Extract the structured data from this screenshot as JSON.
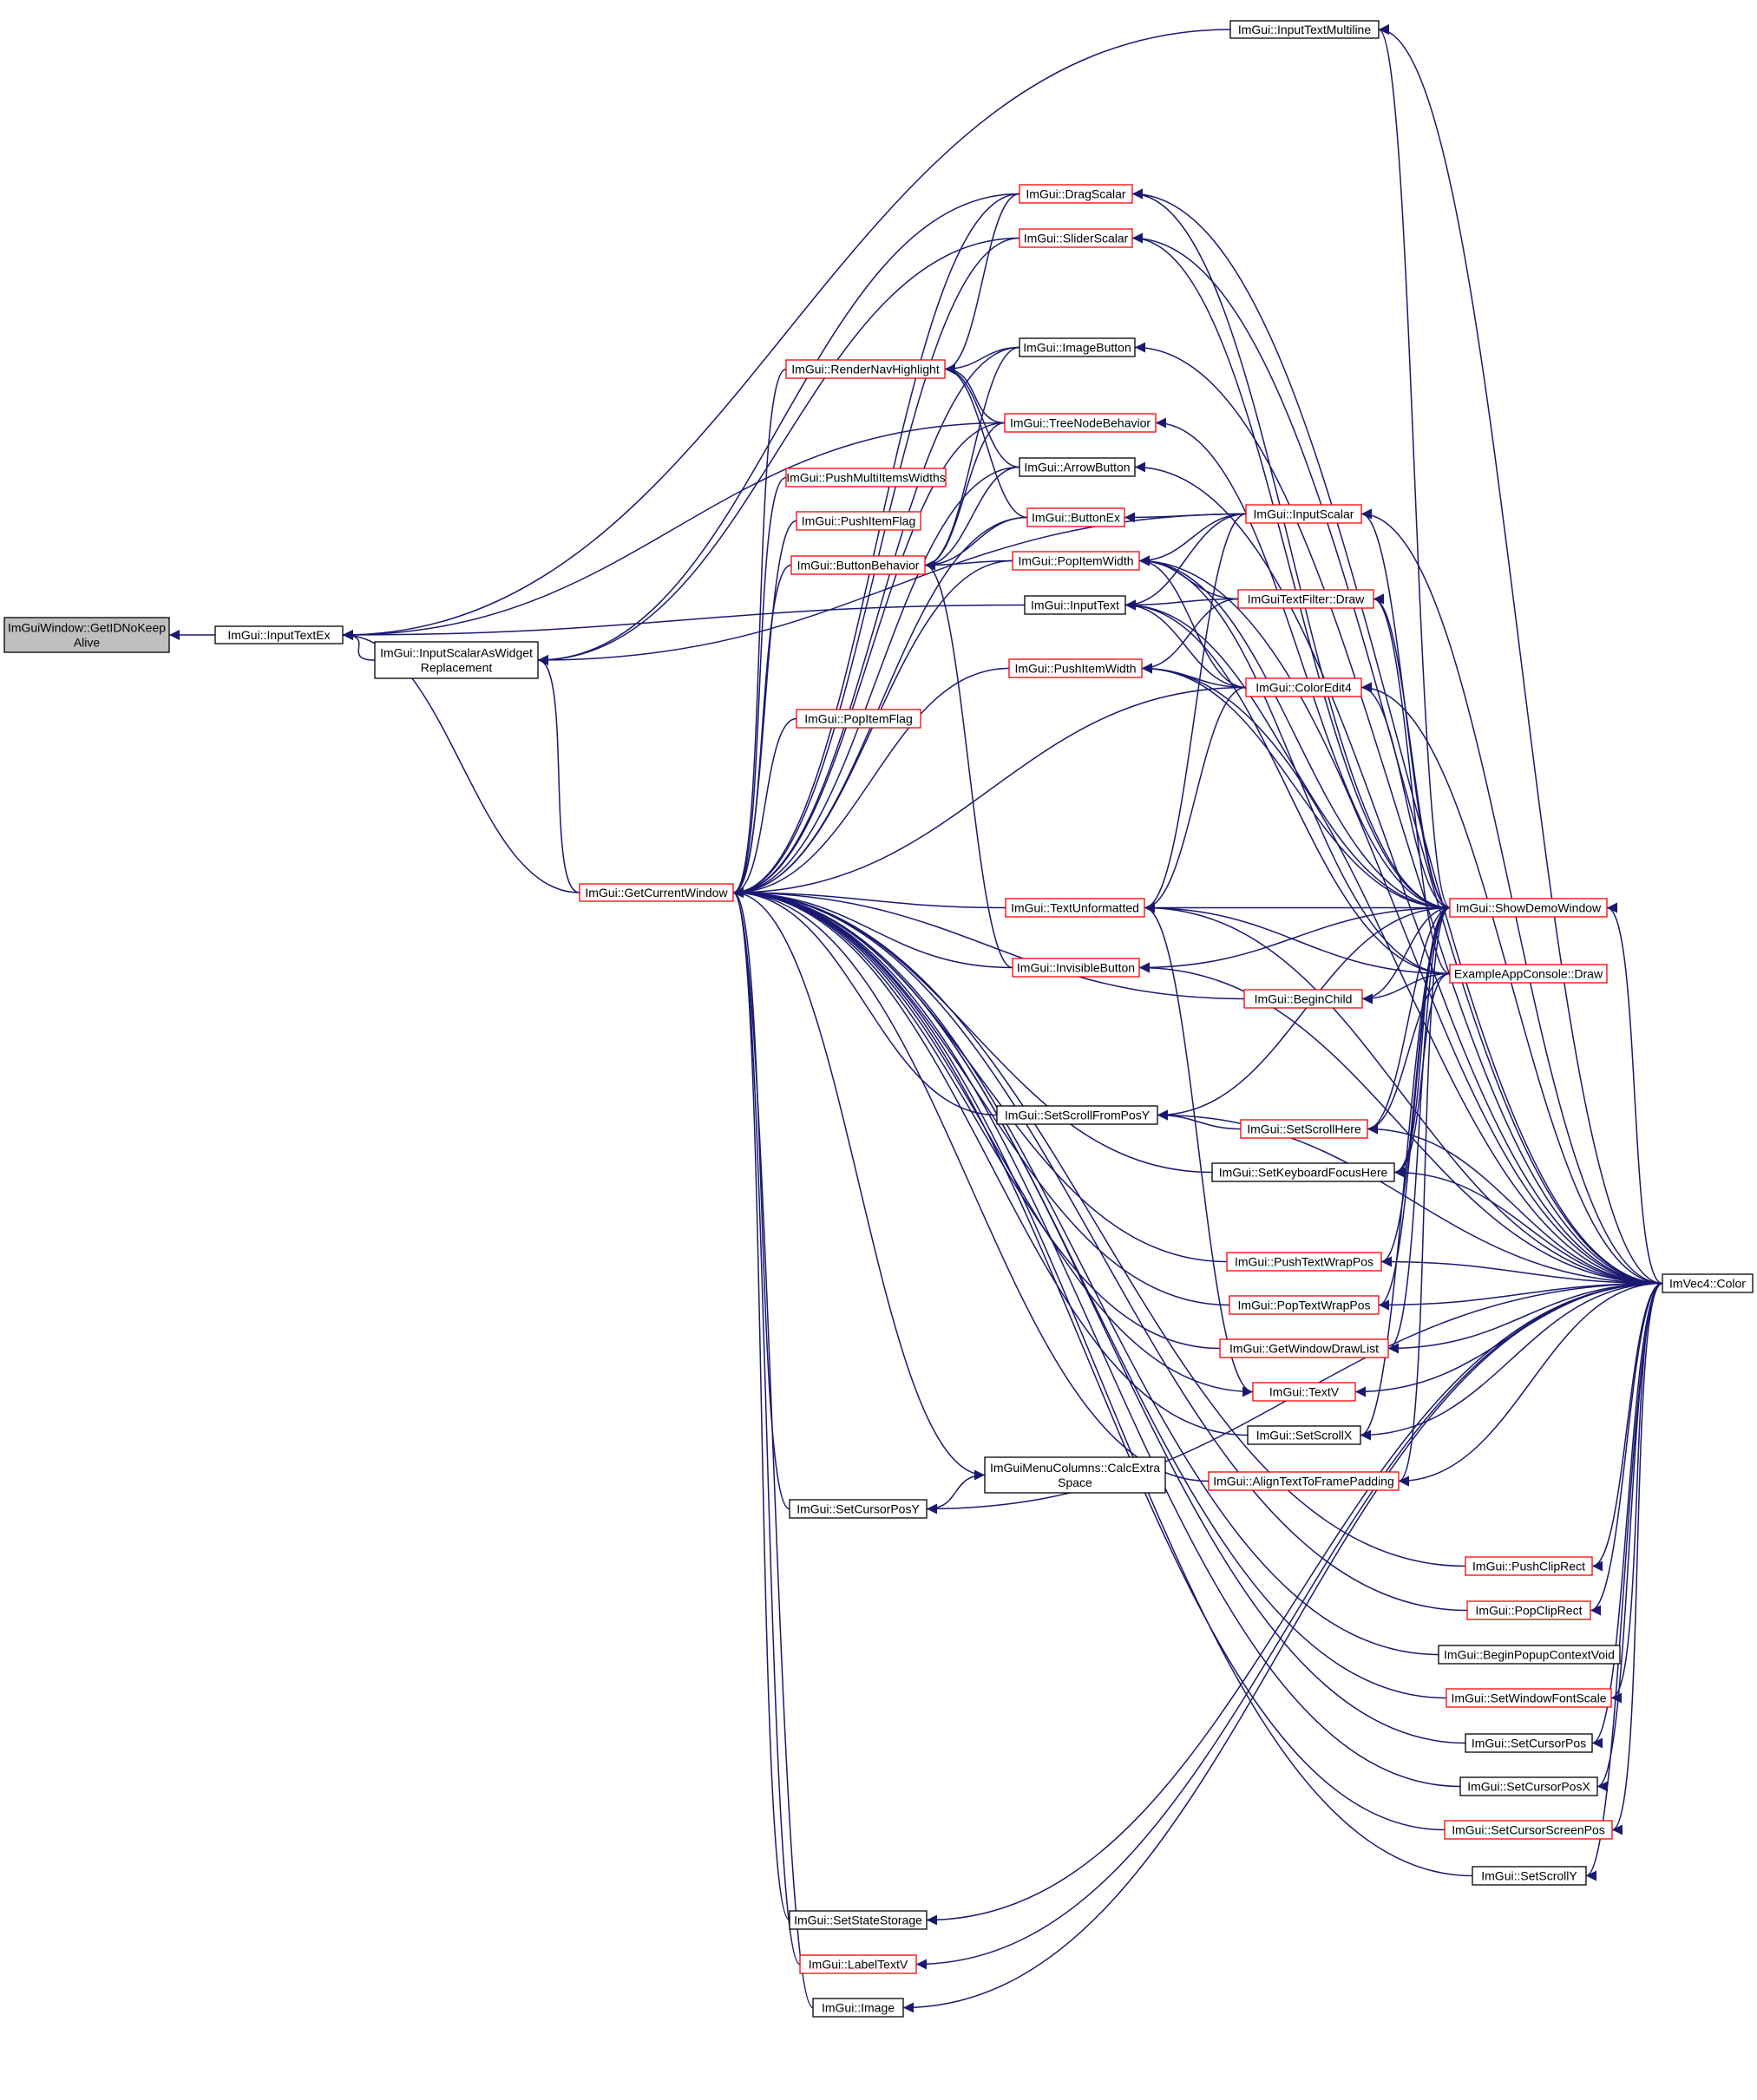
{
  "colors": {
    "edge": "#191970",
    "node_fill": "#ffffff",
    "node_border_black": "#000000",
    "node_border_red": "#ff0000",
    "root_fill": "#bfbfbf"
  },
  "nodes": [
    {
      "id": "root",
      "lines": [
        "ImGuiWindow::GetIDNoKeep",
        "Alive"
      ],
      "style": "root"
    },
    {
      "id": "inputtextex",
      "lines": [
        "ImGui::InputTextEx"
      ],
      "style": "black"
    },
    {
      "id": "inputscalaraswidget",
      "lines": [
        "ImGui::InputScalarAsWidget",
        "Replacement"
      ],
      "style": "black"
    },
    {
      "id": "getcurrentwindow",
      "lines": [
        "ImGui::GetCurrentWindow"
      ],
      "style": "red"
    },
    {
      "id": "inputtextmultiline",
      "lines": [
        "ImGui::InputTextMultiline"
      ],
      "style": "black"
    },
    {
      "id": "dragscalar",
      "lines": [
        "ImGui::DragScalar"
      ],
      "style": "red"
    },
    {
      "id": "sliderscalar",
      "lines": [
        "ImGui::SliderScalar"
      ],
      "style": "red"
    },
    {
      "id": "rendernavhighlight",
      "lines": [
        "ImGui::RenderNavHighlight"
      ],
      "style": "red"
    },
    {
      "id": "imagebutton",
      "lines": [
        "ImGui::ImageButton"
      ],
      "style": "black"
    },
    {
      "id": "treenodebehavior",
      "lines": [
        "ImGui::TreeNodeBehavior"
      ],
      "style": "red"
    },
    {
      "id": "pushmultiitemswidths",
      "lines": [
        "ImGui::PushMultiItemsWidths"
      ],
      "style": "red"
    },
    {
      "id": "arrowbutton",
      "lines": [
        "ImGui::ArrowButton"
      ],
      "style": "black"
    },
    {
      "id": "pushitemflag",
      "lines": [
        "ImGui::PushItemFlag"
      ],
      "style": "red"
    },
    {
      "id": "buttonex",
      "lines": [
        "ImGui::ButtonEx"
      ],
      "style": "red"
    },
    {
      "id": "inputscalar",
      "lines": [
        "ImGui::InputScalar"
      ],
      "style": "red"
    },
    {
      "id": "buttonbehavior",
      "lines": [
        "ImGui::ButtonBehavior"
      ],
      "style": "red"
    },
    {
      "id": "popitemwidth",
      "lines": [
        "ImGui::PopItemWidth"
      ],
      "style": "red"
    },
    {
      "id": "inputtext",
      "lines": [
        "ImGui::InputText"
      ],
      "style": "black"
    },
    {
      "id": "imguitextfilterdraw",
      "lines": [
        "ImGuiTextFilter::Draw"
      ],
      "style": "red"
    },
    {
      "id": "pushitemwidth",
      "lines": [
        "ImGui::PushItemWidth"
      ],
      "style": "red"
    },
    {
      "id": "coloredit4",
      "lines": [
        "ImGui::ColorEdit4"
      ],
      "style": "red"
    },
    {
      "id": "popitemflag",
      "lines": [
        "ImGui::PopItemFlag"
      ],
      "style": "red"
    },
    {
      "id": "textunformatted",
      "lines": [
        "ImGui::TextUnformatted"
      ],
      "style": "red"
    },
    {
      "id": "showdemowindow",
      "lines": [
        "ImGui::ShowDemoWindow"
      ],
      "style": "red"
    },
    {
      "id": "invisiblebutton",
      "lines": [
        "ImGui::InvisibleButton"
      ],
      "style": "red"
    },
    {
      "id": "exampleappconsoledraw",
      "lines": [
        "ExampleAppConsole::Draw"
      ],
      "style": "red"
    },
    {
      "id": "beginchild",
      "lines": [
        "ImGui::BeginChild"
      ],
      "style": "red"
    },
    {
      "id": "setscrollfromposy",
      "lines": [
        "ImGui::SetScrollFromPosY"
      ],
      "style": "black"
    },
    {
      "id": "setscrollhere",
      "lines": [
        "ImGui::SetScrollHere"
      ],
      "style": "red"
    },
    {
      "id": "setkeyboardfocushere",
      "lines": [
        "ImGui::SetKeyboardFocusHere"
      ],
      "style": "black"
    },
    {
      "id": "pushtextwrappos",
      "lines": [
        "ImGui::PushTextWrapPos"
      ],
      "style": "red"
    },
    {
      "id": "imvec4color",
      "lines": [
        "ImVec4::Color"
      ],
      "style": "black"
    },
    {
      "id": "poptextwrappos",
      "lines": [
        "ImGui::PopTextWrapPos"
      ],
      "style": "red"
    },
    {
      "id": "getwindowdrawlist",
      "lines": [
        "ImGui::GetWindowDrawList"
      ],
      "style": "red"
    },
    {
      "id": "textv",
      "lines": [
        "ImGui::TextV"
      ],
      "style": "red"
    },
    {
      "id": "setscrollx",
      "lines": [
        "ImGui::SetScrollX"
      ],
      "style": "black"
    },
    {
      "id": "calcextraspace",
      "lines": [
        "ImGuiMenuColumns::CalcExtra",
        "Space"
      ],
      "style": "black"
    },
    {
      "id": "aligntexttoframepadding",
      "lines": [
        "ImGui::AlignTextToFramePadding"
      ],
      "style": "red"
    },
    {
      "id": "setcursorposy",
      "lines": [
        "ImGui::SetCursorPosY"
      ],
      "style": "black"
    },
    {
      "id": "pushcliprect",
      "lines": [
        "ImGui::PushClipRect"
      ],
      "style": "red"
    },
    {
      "id": "popcliprect",
      "lines": [
        "ImGui::PopClipRect"
      ],
      "style": "red"
    },
    {
      "id": "beginpopupcontextvoid",
      "lines": [
        "ImGui::BeginPopupContextVoid"
      ],
      "style": "black"
    },
    {
      "id": "setwindowfontscale",
      "lines": [
        "ImGui::SetWindowFontScale"
      ],
      "style": "red"
    },
    {
      "id": "setcursorpos",
      "lines": [
        "ImGui::SetCursorPos"
      ],
      "style": "black"
    },
    {
      "id": "setcursorposx",
      "lines": [
        "ImGui::SetCursorPosX"
      ],
      "style": "black"
    },
    {
      "id": "setcursorscreenpos",
      "lines": [
        "ImGui::SetCursorScreenPos"
      ],
      "style": "red"
    },
    {
      "id": "setscrolly",
      "lines": [
        "ImGui::SetScrollY"
      ],
      "style": "black"
    },
    {
      "id": "setstatestorage",
      "lines": [
        "ImGui::SetStateStorage"
      ],
      "style": "black"
    },
    {
      "id": "labeltextv",
      "lines": [
        "ImGui::LabelTextV"
      ],
      "style": "red"
    },
    {
      "id": "image",
      "lines": [
        "ImGui::Image"
      ],
      "style": "black"
    }
  ],
  "edges": [
    [
      "inputtextex",
      "root"
    ],
    [
      "inputscalaraswidget",
      "inputtextex"
    ],
    [
      "getcurrentwindow",
      "inputtextex"
    ],
    [
      "getcurrentwindow",
      "inputscalaraswidget"
    ],
    [
      "inputtextmultiline",
      "inputtextex"
    ],
    [
      "inputtext",
      "inputtextex"
    ],
    [
      "treenodebehavior",
      "inputtextex"
    ],
    [
      "dragscalar",
      "inputscalaraswidget"
    ],
    [
      "sliderscalar",
      "inputscalaraswidget"
    ],
    [
      "inputscalar",
      "inputscalaraswidget"
    ],
    [
      "dragscalar",
      "getcurrentwindow"
    ],
    [
      "sliderscalar",
      "getcurrentwindow"
    ],
    [
      "rendernavhighlight",
      "getcurrentwindow"
    ],
    [
      "imagebutton",
      "getcurrentwindow"
    ],
    [
      "treenodebehavior",
      "getcurrentwindow"
    ],
    [
      "pushmultiitemswidths",
      "getcurrentwindow"
    ],
    [
      "arrowbutton",
      "getcurrentwindow"
    ],
    [
      "pushitemflag",
      "getcurrentwindow"
    ],
    [
      "buttonex",
      "getcurrentwindow"
    ],
    [
      "buttonbehavior",
      "getcurrentwindow"
    ],
    [
      "popitemwidth",
      "getcurrentwindow"
    ],
    [
      "pushitemwidth",
      "getcurrentwindow"
    ],
    [
      "popitemflag",
      "getcurrentwindow"
    ],
    [
      "coloredit4",
      "getcurrentwindow"
    ],
    [
      "textunformatted",
      "getcurrentwindow"
    ],
    [
      "invisiblebutton",
      "getcurrentwindow"
    ],
    [
      "beginchild",
      "getcurrentwindow"
    ],
    [
      "setscrollfromposy",
      "getcurrentwindow"
    ],
    [
      "setkeyboardfocushere",
      "getcurrentwindow"
    ],
    [
      "pushtextwrappos",
      "getcurrentwindow"
    ],
    [
      "poptextwrappos",
      "getcurrentwindow"
    ],
    [
      "getwindowdrawlist",
      "getcurrentwindow"
    ],
    [
      "textv",
      "getcurrentwindow"
    ],
    [
      "setscrollx",
      "getcurrentwindow"
    ],
    [
      "calcextraspace",
      "getcurrentwindow"
    ],
    [
      "aligntexttoframepadding",
      "getcurrentwindow"
    ],
    [
      "setcursorposy",
      "getcurrentwindow"
    ],
    [
      "pushcliprect",
      "getcurrentwindow"
    ],
    [
      "popcliprect",
      "getcurrentwindow"
    ],
    [
      "beginpopupcontextvoid",
      "getcurrentwindow"
    ],
    [
      "setwindowfontscale",
      "getcurrentwindow"
    ],
    [
      "setcursorpos",
      "getcurrentwindow"
    ],
    [
      "setcursorposx",
      "getcurrentwindow"
    ],
    [
      "setcursorscreenpos",
      "getcurrentwindow"
    ],
    [
      "setscrolly",
      "getcurrentwindow"
    ],
    [
      "setstatestorage",
      "getcurrentwindow"
    ],
    [
      "labeltextv",
      "getcurrentwindow"
    ],
    [
      "image",
      "getcurrentwindow"
    ],
    [
      "showdemowindow",
      "inputtextmultiline"
    ],
    [
      "imvec4color",
      "inputtextmultiline"
    ],
    [
      "showdemowindow",
      "dragscalar"
    ],
    [
      "imvec4color",
      "dragscalar"
    ],
    [
      "showdemowindow",
      "sliderscalar"
    ],
    [
      "imvec4color",
      "sliderscalar"
    ],
    [
      "imagebutton",
      "rendernavhighlight"
    ],
    [
      "treenodebehavior",
      "rendernavhighlight"
    ],
    [
      "buttonex",
      "rendernavhighlight"
    ],
    [
      "arrowbutton",
      "rendernavhighlight"
    ],
    [
      "dragscalar",
      "rendernavhighlight"
    ],
    [
      "imvec4color",
      "imagebutton"
    ],
    [
      "showdemowindow",
      "treenodebehavior"
    ],
    [
      "imvec4color",
      "arrowbutton"
    ],
    [
      "imagebutton",
      "buttonbehavior"
    ],
    [
      "treenodebehavior",
      "buttonbehavior"
    ],
    [
      "arrowbutton",
      "buttonbehavior"
    ],
    [
      "buttonex",
      "buttonbehavior"
    ],
    [
      "invisiblebutton",
      "buttonbehavior"
    ],
    [
      "popitemwidth",
      "buttonbehavior"
    ],
    [
      "inputscalar",
      "buttonex"
    ],
    [
      "showdemowindow",
      "inputscalar"
    ],
    [
      "imvec4color",
      "inputscalar"
    ],
    [
      "inputscalar",
      "popitemwidth"
    ],
    [
      "imguitextfilterdraw",
      "popitemwidth"
    ],
    [
      "coloredit4",
      "popitemwidth"
    ],
    [
      "showdemowindow",
      "popitemwidth"
    ],
    [
      "exampleappconsoledraw",
      "popitemwidth"
    ],
    [
      "imvec4color",
      "popitemwidth"
    ],
    [
      "inputscalar",
      "inputtext"
    ],
    [
      "imguitextfilterdraw",
      "inputtext"
    ],
    [
      "coloredit4",
      "inputtext"
    ],
    [
      "showdemowindow",
      "inputtext"
    ],
    [
      "exampleappconsoledraw",
      "inputtext"
    ],
    [
      "showdemowindow",
      "imguitextfilterdraw"
    ],
    [
      "exampleappconsoledraw",
      "imguitextfilterdraw"
    ],
    [
      "imguitextfilterdraw",
      "pushitemwidth"
    ],
    [
      "coloredit4",
      "pushitemwidth"
    ],
    [
      "showdemowindow",
      "pushitemwidth"
    ],
    [
      "imvec4color",
      "pushitemwidth"
    ],
    [
      "showdemowindow",
      "coloredit4"
    ],
    [
      "imvec4color",
      "coloredit4"
    ],
    [
      "inputscalar",
      "textunformatted"
    ],
    [
      "coloredit4",
      "textunformatted"
    ],
    [
      "showdemowindow",
      "textunformatted"
    ],
    [
      "exampleappconsoledraw",
      "textunformatted"
    ],
    [
      "imvec4color",
      "textunformatted"
    ],
    [
      "showdemowindow",
      "invisiblebutton"
    ],
    [
      "imvec4color",
      "invisiblebutton"
    ],
    [
      "showdemowindow",
      "beginchild"
    ],
    [
      "exampleappconsoledraw",
      "beginchild"
    ],
    [
      "showdemowindow",
      "setscrollfromposy"
    ],
    [
      "setscrollhere",
      "setscrollfromposy"
    ],
    [
      "imvec4color",
      "setscrollfromposy"
    ],
    [
      "showdemowindow",
      "setscrollhere"
    ],
    [
      "exampleappconsoledraw",
      "setscrollhere"
    ],
    [
      "imvec4color",
      "setscrollhere"
    ],
    [
      "showdemowindow",
      "setkeyboardfocushere"
    ],
    [
      "exampleappconsoledraw",
      "setkeyboardfocushere"
    ],
    [
      "imvec4color",
      "setkeyboardfocushere"
    ],
    [
      "imvec4color",
      "pushtextwrappos"
    ],
    [
      "showdemowindow",
      "pushtextwrappos"
    ],
    [
      "imvec4color",
      "poptextwrappos"
    ],
    [
      "showdemowindow",
      "poptextwrappos"
    ],
    [
      "imvec4color",
      "getwindowdrawlist"
    ],
    [
      "showdemowindow",
      "getwindowdrawlist"
    ],
    [
      "imvec4color",
      "textv"
    ],
    [
      "textunformatted",
      "textv"
    ],
    [
      "imvec4color",
      "setscrollx"
    ],
    [
      "showdemowindow",
      "setscrollx"
    ],
    [
      "imvec4color",
      "aligntexttoframepadding"
    ],
    [
      "showdemowindow",
      "aligntexttoframepadding"
    ],
    [
      "setcursorposy",
      "calcextraspace"
    ],
    [
      "imvec4color",
      "setcursorposy"
    ],
    [
      "imvec4color",
      "pushcliprect"
    ],
    [
      "imvec4color",
      "popcliprect"
    ],
    [
      "imvec4color",
      "setwindowfontscale"
    ],
    [
      "imvec4color",
      "setcursorpos"
    ],
    [
      "imvec4color",
      "setcursorposx"
    ],
    [
      "imvec4color",
      "setcursorscreenpos"
    ],
    [
      "imvec4color",
      "setscrolly"
    ],
    [
      "imvec4color",
      "setstatestorage"
    ],
    [
      "imvec4color",
      "labeltextv"
    ],
    [
      "imvec4color",
      "image"
    ],
    [
      "imvec4color",
      "showdemowindow"
    ]
  ]
}
